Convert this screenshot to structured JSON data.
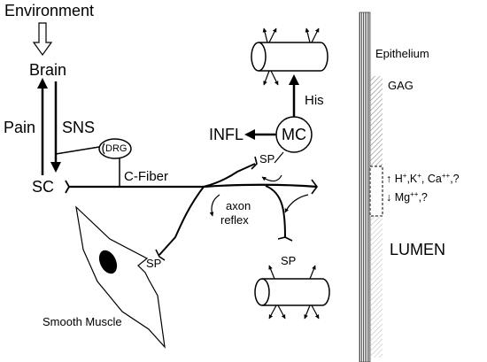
{
  "labels": {
    "environment": "Environment",
    "brain": "Brain",
    "pain": "Pain",
    "sns": "SNS",
    "sc": "SC",
    "drg": "DRG",
    "c_fiber": "C-Fiber",
    "infl": "INFL",
    "mc": "MC",
    "his": "His",
    "sp_top": "SP",
    "sp_left": "SP",
    "sp_bottom": "SP",
    "axon_reflex": [
      "axon",
      "reflex"
    ],
    "smooth_muscle": "Smooth Muscle",
    "epithelium": "Epithelium",
    "gag": "GAG",
    "lumen": "LUMEN"
  },
  "ions": {
    "up_arrow": "↑",
    "up_ions": [
      "H",
      "+",
      ",K",
      "+",
      ", Ca",
      "++",
      ",?"
    ],
    "down_arrow": "↓",
    "down_ions": [
      "Mg",
      "++",
      ",?"
    ]
  },
  "colors": {
    "ink": "#000000",
    "background": "#ffffff",
    "hatch": "#9a9a9a"
  },
  "icons": [
    "down-arrow-hollow-icon",
    "up-arrow-icon",
    "down-arrow-icon",
    "left-arrow-icon",
    "blood-vessel-icon",
    "mast-cell-icon",
    "smooth-muscle-cell-icon"
  ]
}
